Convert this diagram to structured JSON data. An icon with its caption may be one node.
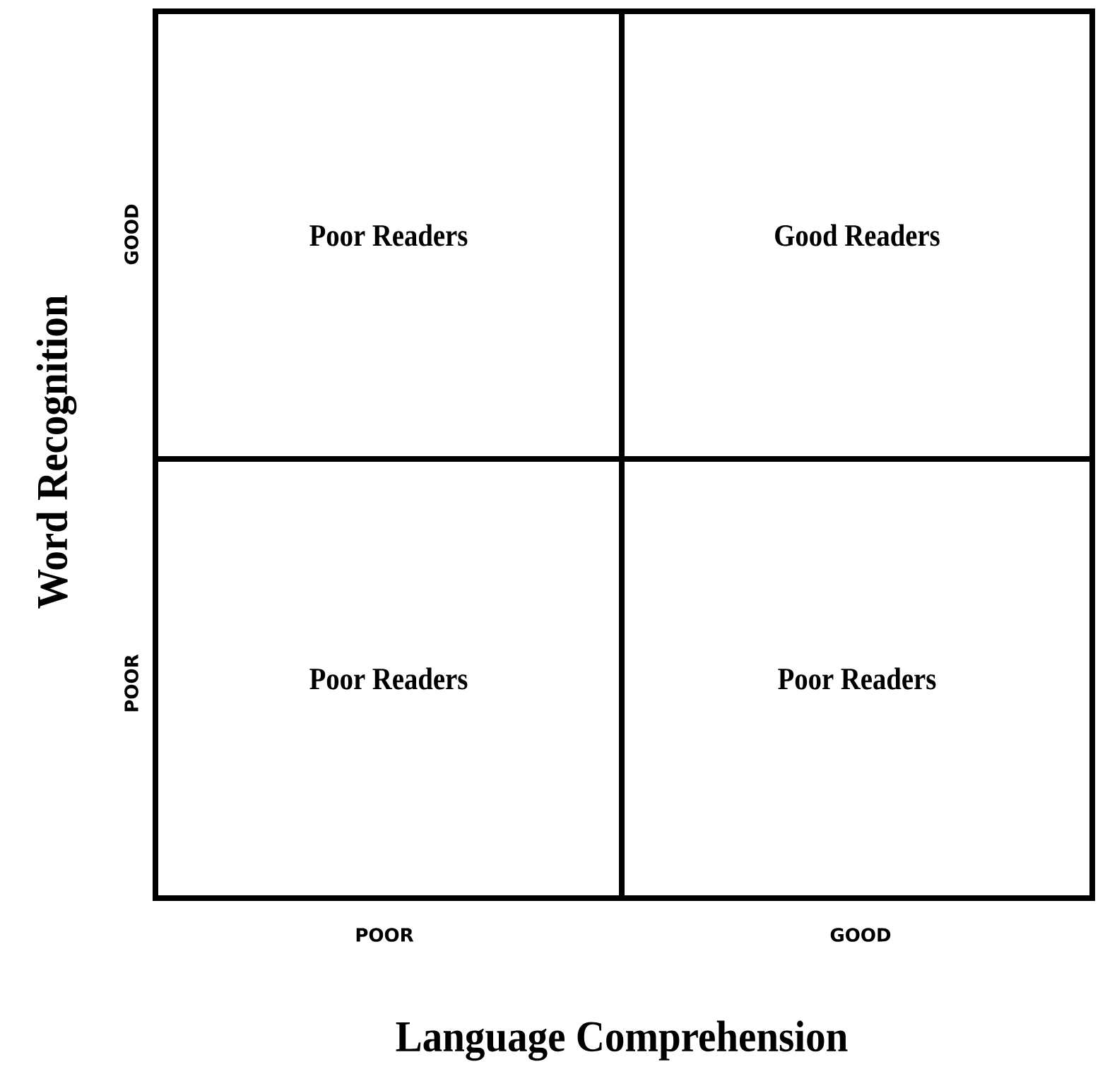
{
  "diagram": {
    "nodes": [
      {
        "text": [
          "Poor Readers"
        ]
      },
      {
        "text": [
          "Good Readers"
        ]
      },
      {
        "text": [
          "Poor Readers"
        ]
      },
      {
        "text": [
          "Poor Readers"
        ]
      }
    ],
    "labels": [
      "Word Recognition",
      "GOOD",
      "POOR",
      "POOR",
      "GOOD",
      "Language Comprehension"
    ]
  }
}
